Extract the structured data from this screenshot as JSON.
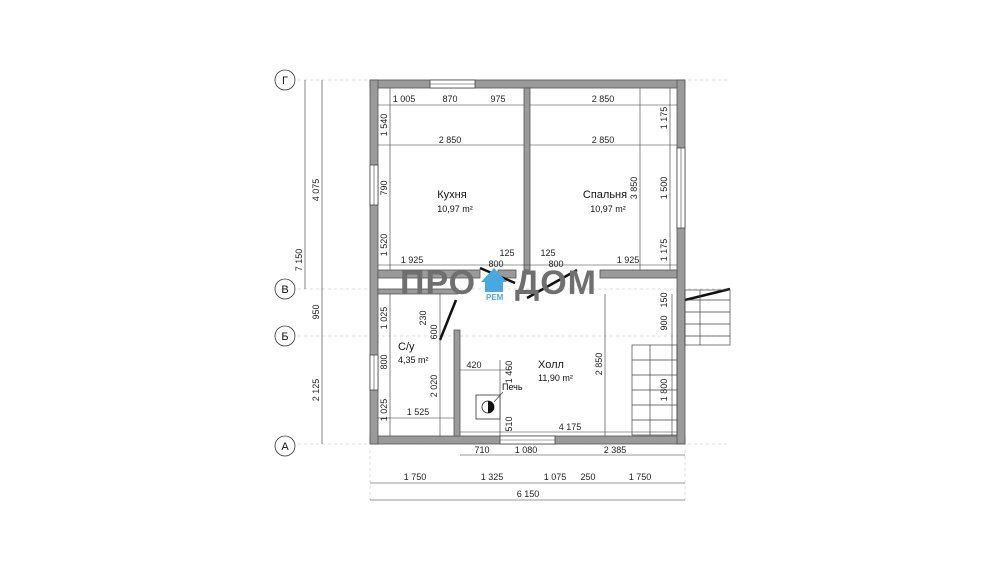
{
  "axes": {
    "g": "Г",
    "v": "В",
    "b": "Б",
    "a": "А"
  },
  "rooms": {
    "kitchen": {
      "name": "Кухня",
      "area": "10,97 m²"
    },
    "bedroom": {
      "name": "Спальня",
      "area": "10,97 m²"
    },
    "bathroom": {
      "name": "С/у",
      "area": "4,35 m²"
    },
    "hall": {
      "name": "Холл",
      "area": "11,90 m²"
    },
    "stove": {
      "name": "Печь"
    }
  },
  "logo": {
    "left": "ПРО",
    "right": "ДОМ",
    "sub": "РЕМ"
  },
  "dims": {
    "top_1005": "1 005",
    "top_870": "870",
    "top_975": "975",
    "top_2850": "2 850",
    "k_2850": "2 850",
    "b_2850": "2 850",
    "k_1540": "1 540",
    "k_790": "790",
    "k_1520": "1 520",
    "b_1175a": "1 175",
    "b_1500": "1 500",
    "b_1175b": "1 175",
    "b_3850": "3 850",
    "mid_1925a": "1 925",
    "mid_125a": "125",
    "mid_800a": "800",
    "mid_125b": "125",
    "mid_800b": "800",
    "mid_1925b": "1 925",
    "left_4075": "4 075",
    "left_7150": "7 150",
    "left_950": "950",
    "left_2125": "2 125",
    "su_1025a": "1 025",
    "su_800": "800",
    "su_1025b": "1 025",
    "su_230": "230",
    "su_600": "600",
    "su_2020": "2 020",
    "su_1525": "1 525",
    "h_420": "420",
    "h_1460": "1 460",
    "h_510": "510",
    "h_2850": "2 850",
    "h_4175": "4 175",
    "r_150": "150",
    "r_900": "900",
    "r_1800": "1 800",
    "bot_710": "710",
    "bot_1080": "1 080",
    "bot_2385": "2 385",
    "tot_1750a": "1 750",
    "tot_1325": "1 325",
    "tot_1075": "1 075",
    "tot_250": "250",
    "tot_1750b": "1 750",
    "tot_6150": "6 150"
  }
}
